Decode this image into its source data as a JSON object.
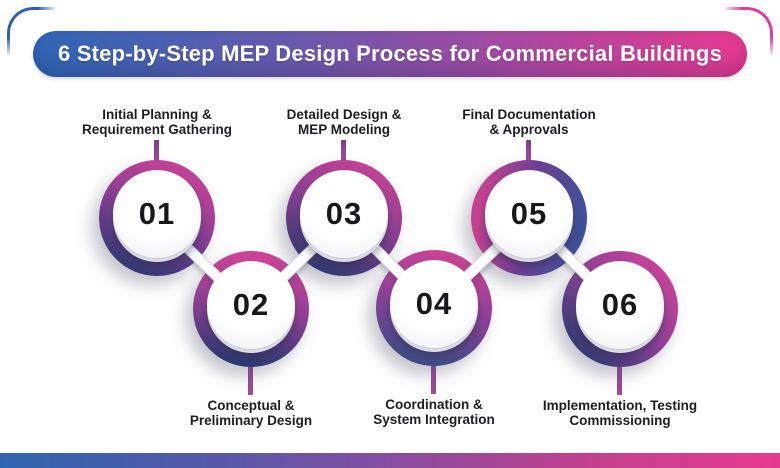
{
  "title": "6 Step-by-Step MEP Design Process for Commercial Buildings",
  "colors": {
    "banner_gradient_left": "#2e66b5",
    "banner_gradient_right": "#e5398f",
    "ring_pink": "#cb4297",
    "ring_purple": "#8d3f93",
    "ring_navy": "#2c3a6e",
    "ring_steel_blue": "#3f5098",
    "label_text": "#1d1d26",
    "number_text": "#17171c",
    "bottom_bar_left": "#2d64b0",
    "bottom_bar_right": "#e6398f"
  },
  "steps": [
    {
      "number": "01",
      "position": "top",
      "label_line1": "Initial Planning &",
      "label_line2": "Requirement Gathering"
    },
    {
      "number": "02",
      "position": "bottom",
      "label_line1": "Conceptual &",
      "label_line2": "Preliminary Design"
    },
    {
      "number": "03",
      "position": "top",
      "label_line1": "Detailed Design &",
      "label_line2": "MEP Modeling"
    },
    {
      "number": "04",
      "position": "bottom",
      "label_line1": "Coordination &",
      "label_line2": "System Integration"
    },
    {
      "number": "05",
      "position": "top",
      "label_line1": "Final Documentation",
      "label_line2": "& Approvals"
    },
    {
      "number": "06",
      "position": "bottom",
      "label_line1": "Implementation, Testing",
      "label_line2": "Commissioning"
    }
  ]
}
